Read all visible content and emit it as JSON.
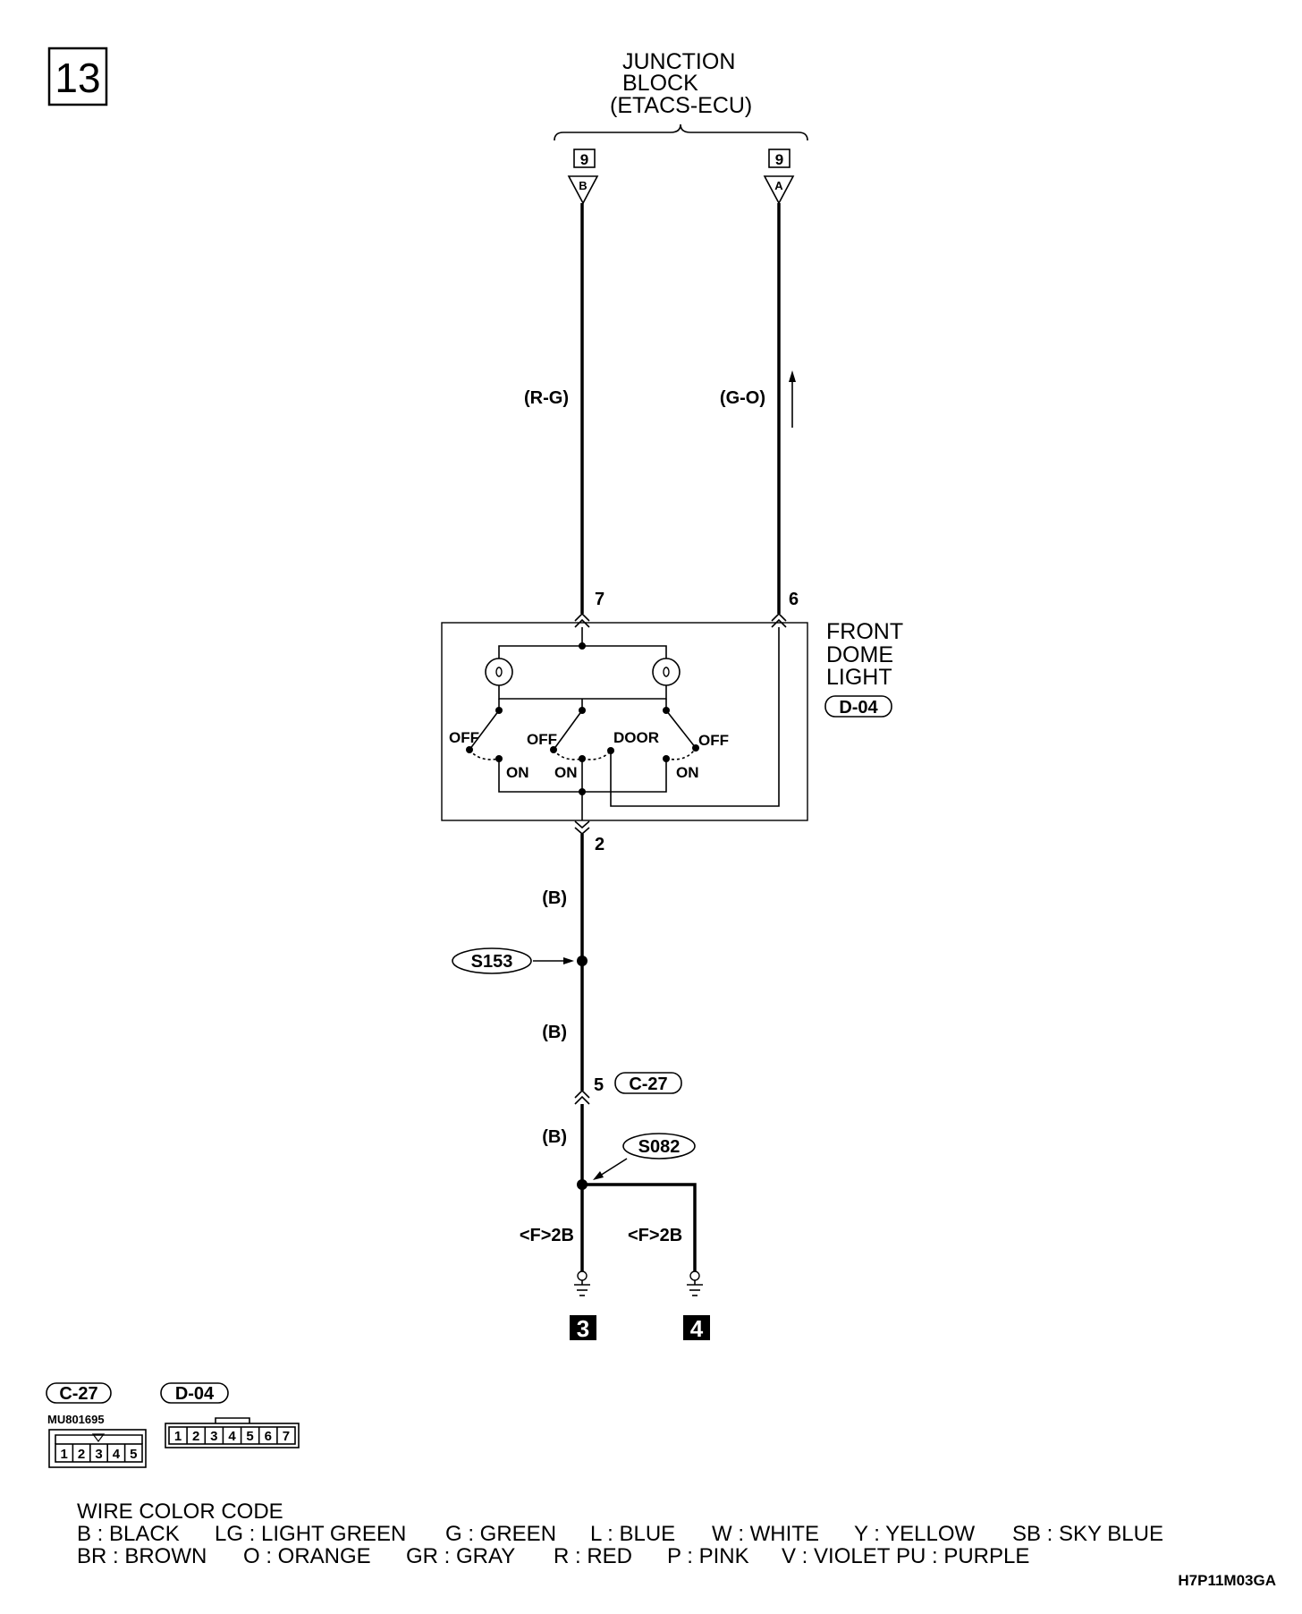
{
  "page_number": "13",
  "junction_block": {
    "line1": "JUNCTION",
    "line2": "BLOCK",
    "line3": "(ETACS-ECU)"
  },
  "connectors_top": [
    {
      "number": "9",
      "pin": "B"
    },
    {
      "number": "9",
      "pin": "A"
    }
  ],
  "wires": {
    "left_color": "(R-G)",
    "right_color": "(G-O)",
    "ground_color_1": "(B)",
    "ground_color_2": "(B)",
    "ground_color_3": "(B)"
  },
  "terminals": {
    "t7": "7",
    "t6": "6",
    "t2": "2",
    "t5": "5"
  },
  "front_dome_light": {
    "line1": "FRONT",
    "line2": "DOME",
    "line3": "LIGHT",
    "connector": "D-04",
    "switch_labels": {
      "left_off": "OFF",
      "left_on": "ON",
      "mid_off": "OFF",
      "mid_on": "ON",
      "mid_door": "DOOR",
      "right_off": "OFF",
      "right_on": "ON"
    }
  },
  "splices": {
    "s153": "S153",
    "s082": "S082"
  },
  "inline_connector": "C-27",
  "grounds": [
    {
      "code": "<F>2B",
      "number": "3"
    },
    {
      "code": "<F>2B",
      "number": "4"
    }
  ],
  "connector_views": {
    "c27": {
      "label": "C-27",
      "part": "MU801695",
      "pins": [
        "1",
        "2",
        "3",
        "4",
        "5"
      ]
    },
    "d04": {
      "label": "D-04",
      "pins": [
        "1",
        "2",
        "3",
        "4",
        "5",
        "6",
        "7"
      ]
    }
  },
  "wire_color_code": {
    "title": "WIRE COLOR CODE",
    "row1": [
      "B : BLACK",
      "LG : LIGHT GREEN",
      "G : GREEN",
      "L : BLUE",
      "W : WHITE",
      "Y : YELLOW",
      "SB : SKY BLUE"
    ],
    "row2": [
      "BR : BROWN",
      "O : ORANGE",
      "GR : GRAY",
      "R : RED",
      "P : PINK",
      "V : VIOLET",
      "PU : PURPLE"
    ]
  },
  "figure_code": "H7P11M03GA"
}
